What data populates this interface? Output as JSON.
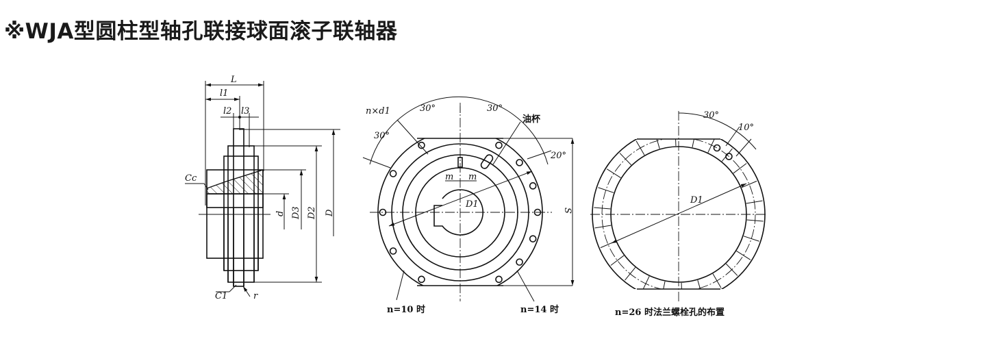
{
  "title": "※WJA型圆柱型轴孔联接球面滚子联轴器",
  "side_view": {
    "L": "L",
    "l1": "l1",
    "l2": "l2",
    "l3": "l3",
    "Cc": "Cc",
    "C1": "C1",
    "r": "r",
    "d": "d",
    "D3": "D3",
    "D2": "D2",
    "D": "D"
  },
  "front_view": {
    "n_d1": "n×d1",
    "angle_30_a": "30°",
    "angle_30_b": "30°",
    "angle_30_c": "30°",
    "angle_20": "20°",
    "oil_cup": "油杯",
    "m_left": "m",
    "m_right": "m",
    "D1": "D1",
    "S": "S",
    "caption_n10": "n=10 时",
    "caption_n14": "n=14 时"
  },
  "flange_view": {
    "angle_30": "30°",
    "angle_10": "10°",
    "D1": "D1",
    "caption": "n=26 时法兰螺栓孔的布置"
  }
}
